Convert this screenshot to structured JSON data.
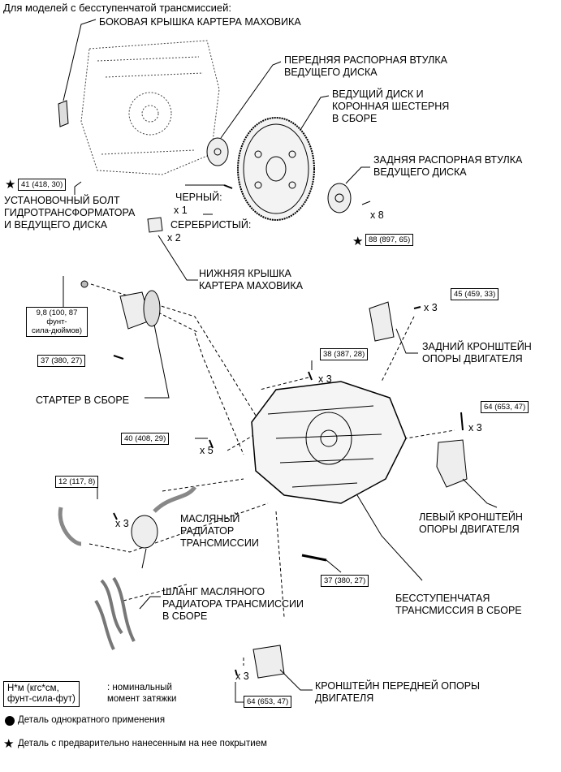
{
  "header": "Для моделей с бесступенчатой трансмиссией:",
  "labels": {
    "side_cover": "БОКОВАЯ КРЫШКА КАРТЕРА МАХОВИКА",
    "front_spacer": "ПЕРЕДНЯЯ РАСПОРНАЯ ВТУЛКА\nВЕДУЩЕГО ДИСКА",
    "drive_plate": "ВЕДУЩИЙ ДИСК И\nКОРОННАЯ ШЕСТЕРНЯ\nВ СБОРЕ",
    "rear_spacer": "ЗАДНЯЯ РАСПОРНАЯ ВТУЛКА\nВЕДУЩЕГО ДИСКА",
    "mount_bolt": "УСТАНОВОЧНЫЙ БОЛТ\nГИДРОТРАНСФОРМАТОРА\nИ ВЕДУЩЕГО ДИСКА",
    "black": "ЧЕРНЫЙ:",
    "silver": "СЕРЕБРИСТЫЙ:",
    "lower_cover": "НИЖНЯЯ КРЫШКА\nКАРТЕРА МАХОВИКА",
    "rear_bracket": "ЗАДНИЙ КРОНШТЕЙН\nОПОРЫ ДВИГАТЕЛЯ",
    "starter": "СТАРТЕР В СБОРЕ",
    "left_bracket": "ЛЕВЫЙ КРОНШТЕЙН\nОПОРЫ ДВИГАТЕЛЯ",
    "oil_cooler": "МАСЛЯНЫЙ\nРАДИАТОР\nТРАНСМИССИИ",
    "hose": "ШЛАНГ МАСЛЯНОГО\nРАДИАТОРА ТРАНСМИССИИ\nВ СБОРЕ",
    "cvt": "БЕССТУПЕНЧАТАЯ\nТРАНСМИССИЯ В СБОРЕ",
    "front_bracket": "КРОНШТЕЙН ПЕРЕДНЕЙ ОПОРЫ\nДВИГАТЕЛЯ"
  },
  "torques": {
    "t41": "41 (418, 30)",
    "t88": "88 (897, 65)",
    "t98": "9,8 (100, 87 фунт-\nсила-дюймов)",
    "t37a": "37 (380, 27)",
    "t45": "45 (459, 33)",
    "t38": "38 (387, 28)",
    "t64a": "64 (653, 47)",
    "t40": "40 (408, 29)",
    "t12": "12 (117, 8)",
    "t37b": "37 (380, 27)",
    "t64b": "64 (653, 47)"
  },
  "qty": {
    "x1": "x 1",
    "x2": "x 2",
    "x8": "x 8",
    "x3_rear": "x 3",
    "x3_38": "x 3",
    "x3_left": "x 3",
    "x5": "x 5",
    "x3_cooler": "x 3",
    "x3_front": "x 3"
  },
  "legend": {
    "box": "Н*м (кгс*см,\nфунт-сила-фут)",
    "box_desc": ": номинальный\nмомент затяжки",
    "single_use": "Деталь однократного применения",
    "precoated": "Деталь с предварительно нанесенным на нее покрытием"
  }
}
